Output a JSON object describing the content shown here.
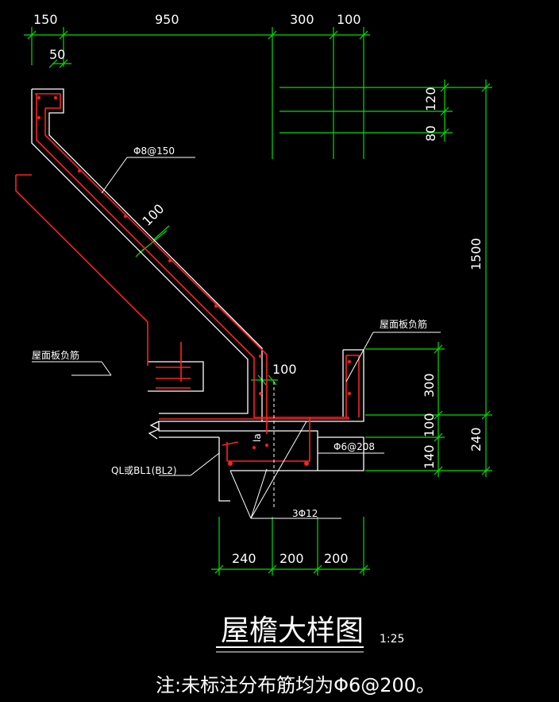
{
  "colors": {
    "background": "#000000",
    "dimension": "#00e000",
    "outline": "#ffffff",
    "rebar": "#ff2020",
    "text": "#ffffff"
  },
  "dimensions": {
    "top_150": "150",
    "top_950": "950",
    "top_300": "300",
    "top_100": "100",
    "top_50": "50",
    "right_120": "120",
    "right_80": "80",
    "right_1500": "1500",
    "right_300": "300",
    "right_100": "100",
    "right_140": "140",
    "right_240": "240",
    "slab_100": "100",
    "web_100": "100",
    "bottom_240": "240",
    "bottom_200a": "200",
    "bottom_200b": "200"
  },
  "labels": {
    "rebar_phi8": "Φ8@150",
    "roof_neg_left": "屋面板负筋",
    "roof_neg_right": "屋面板负筋",
    "rebar_phi6": "Φ6@208",
    "beam": "QL或BL1(BL2)",
    "bars_3phi12": "3Φ12",
    "la": "la"
  },
  "title": {
    "text": "屋檐大样图",
    "scale": "1:25"
  },
  "note": "注:未标注分布筋均为Φ6@200。"
}
